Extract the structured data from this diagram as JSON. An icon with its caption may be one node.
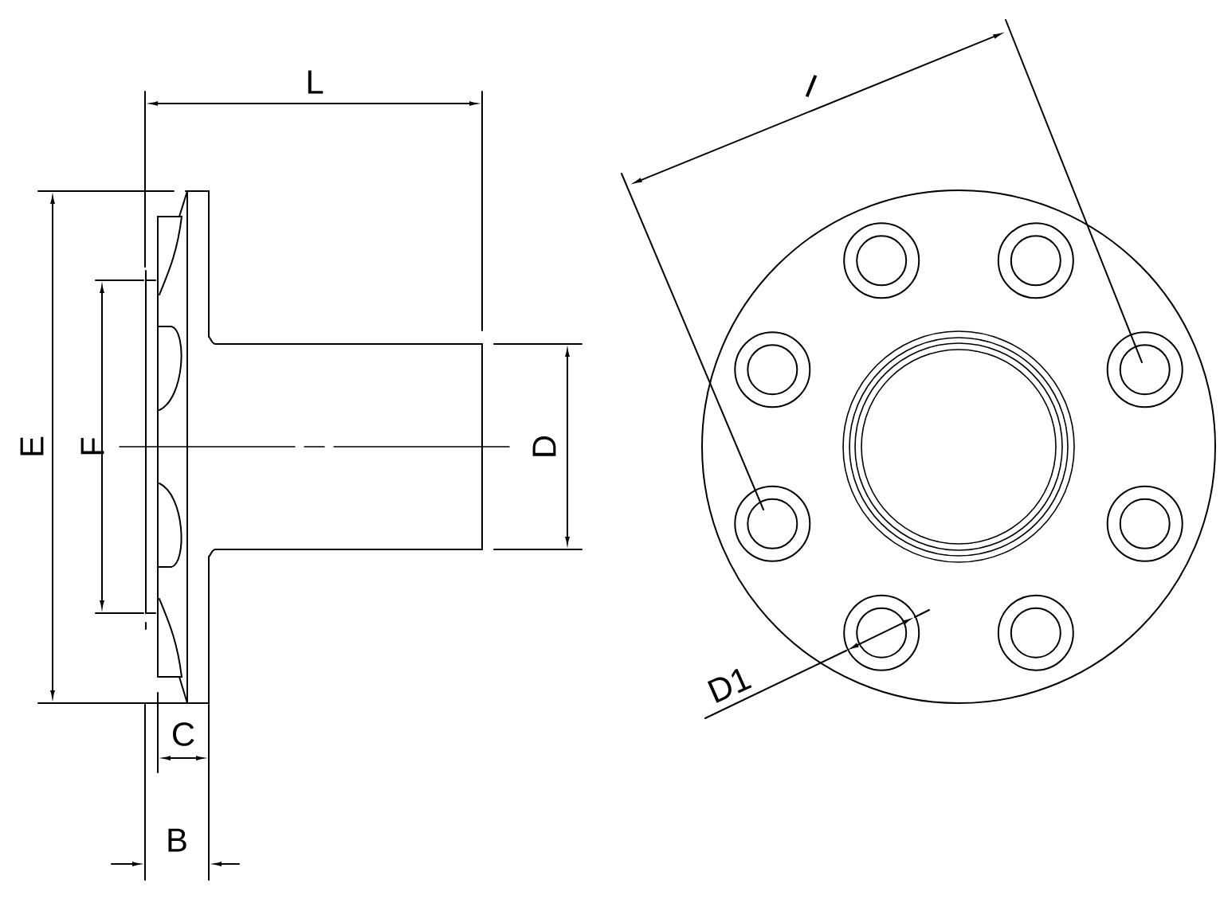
{
  "diagram": {
    "labels": [
      "L",
      "E",
      "F",
      "D",
      "C",
      "B",
      "I",
      "D1"
    ]
  }
}
